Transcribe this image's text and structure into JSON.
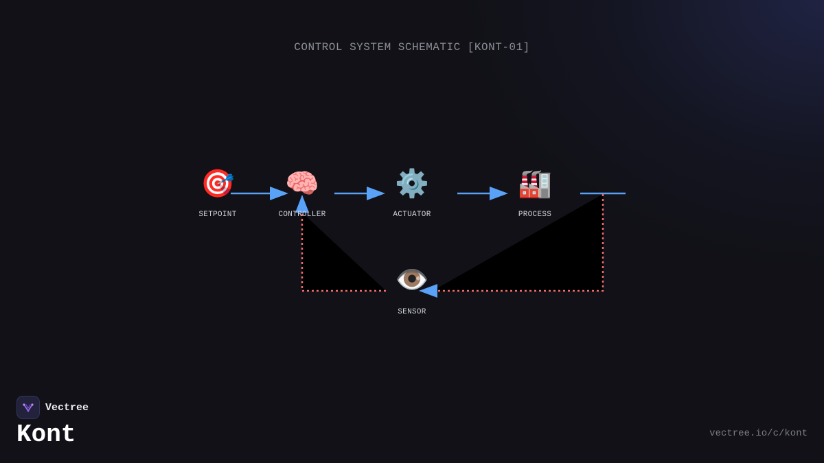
{
  "title": "CONTROL SYSTEM SCHEMATIC [KONT-01]",
  "colors": {
    "forward_arrow": "#5aa2f7",
    "feedback_line": "#f16b6b",
    "background": "#111117",
    "label": "#d2d2da"
  },
  "nodes": [
    {
      "id": "setpoint",
      "label": "SETPOINT",
      "icon": "🎯",
      "icon_name": "target-icon"
    },
    {
      "id": "controller",
      "label": "CONTROLLER",
      "icon": "🧠",
      "icon_name": "brain-icon"
    },
    {
      "id": "actuator",
      "label": "ACTUATOR",
      "icon": "⚙️",
      "icon_name": "gear-icon"
    },
    {
      "id": "process",
      "label": "PROCESS",
      "icon": "🏭",
      "icon_name": "factory-icon"
    },
    {
      "id": "sensor",
      "label": "SENSOR",
      "icon": "👁️",
      "icon_name": "eye-icon"
    }
  ],
  "edges": [
    {
      "from": "setpoint",
      "to": "controller",
      "kind": "forward"
    },
    {
      "from": "controller",
      "to": "actuator",
      "kind": "forward"
    },
    {
      "from": "actuator",
      "to": "process",
      "kind": "forward"
    },
    {
      "from": "process",
      "to": "sensor",
      "kind": "feedback"
    },
    {
      "from": "sensor",
      "to": "controller",
      "kind": "feedback"
    }
  ],
  "brand": {
    "name": "Vectree",
    "logo_icon": "vectree-logo-icon"
  },
  "product": "Kont",
  "url": "vectree.io/c/kont"
}
